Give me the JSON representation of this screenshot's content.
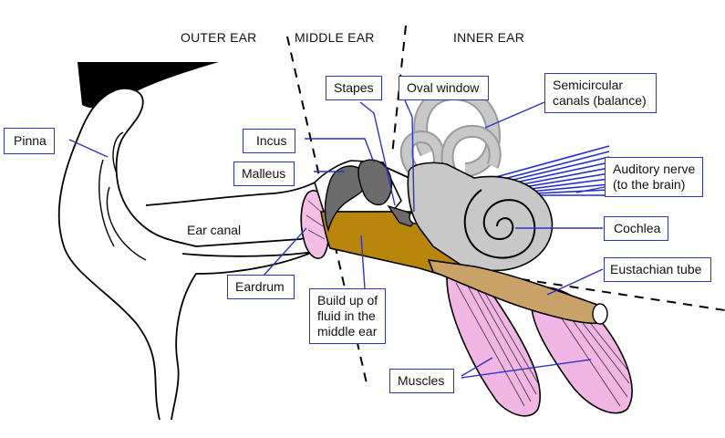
{
  "regions": {
    "outer": "OUTER EAR",
    "middle": "MIDDLE EAR",
    "inner": "INNER EAR"
  },
  "labels": {
    "pinna": "Pinna",
    "incus": "Incus",
    "malleus": "Malleus",
    "stapes": "Stapes",
    "oval_window": "Oval window",
    "semicircular": [
      "Semicircular",
      "canals (balance)"
    ],
    "auditory_nerve": [
      "Auditory nerve",
      "(to the brain)"
    ],
    "cochlea": "Cochlea",
    "eustachian": "Eustachian tube",
    "eardrum": "Eardrum",
    "fluid": [
      "Build up of",
      "fluid in the",
      "middle ear"
    ],
    "muscles": "Muscles",
    "ear_canal": "Ear canal"
  },
  "colors": {
    "label_border": "#2b33c9",
    "leader": "#2b33c9",
    "fluid": "#b8860b",
    "bone": "#6b6b6b",
    "inner_ear": "#c8c8c8",
    "eardrum": "#f3bfe6",
    "muscle": "#f2b6e4",
    "nerve": "#1f2fd0",
    "tube": "#c9a26a",
    "hair": "#000000"
  }
}
